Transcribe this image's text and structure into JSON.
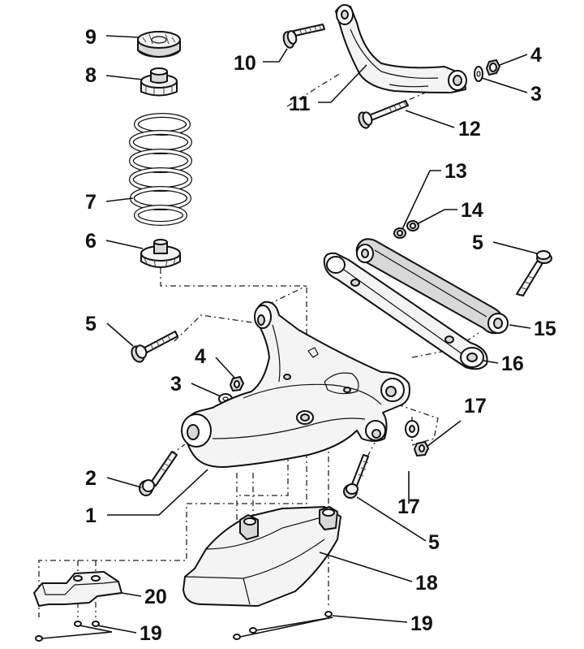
{
  "diagram": {
    "title": "Rear suspension lower control arm assembly - exploded view",
    "callouts": [
      {
        "id": "c9",
        "label": "9"
      },
      {
        "id": "c8",
        "label": "8"
      },
      {
        "id": "c7",
        "label": "7"
      },
      {
        "id": "c6",
        "label": "6"
      },
      {
        "id": "c10",
        "label": "10"
      },
      {
        "id": "c11",
        "label": "11"
      },
      {
        "id": "c4a",
        "label": "4"
      },
      {
        "id": "c3a",
        "label": "3"
      },
      {
        "id": "c12",
        "label": "12"
      },
      {
        "id": "c13",
        "label": "13"
      },
      {
        "id": "c14",
        "label": "14"
      },
      {
        "id": "c5a",
        "label": "5"
      },
      {
        "id": "c15",
        "label": "15"
      },
      {
        "id": "c5b",
        "label": "5"
      },
      {
        "id": "c4b",
        "label": "4"
      },
      {
        "id": "c3b",
        "label": "3"
      },
      {
        "id": "c16",
        "label": "16"
      },
      {
        "id": "c17a",
        "label": "17"
      },
      {
        "id": "c2",
        "label": "2"
      },
      {
        "id": "c17b",
        "label": "17"
      },
      {
        "id": "c1",
        "label": "1"
      },
      {
        "id": "c5c",
        "label": "5"
      },
      {
        "id": "c18",
        "label": "18"
      },
      {
        "id": "c20",
        "label": "20"
      },
      {
        "id": "c19a",
        "label": "19"
      },
      {
        "id": "c19b",
        "label": "19"
      }
    ]
  }
}
